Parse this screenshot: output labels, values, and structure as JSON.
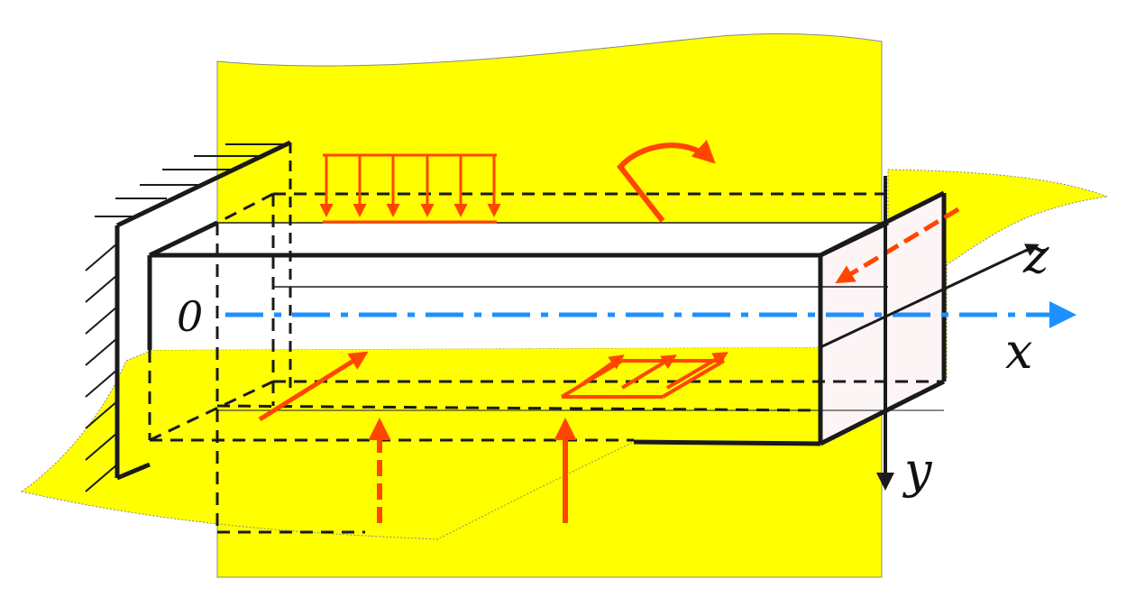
{
  "labels": {
    "origin": "0",
    "x_axis": "x",
    "y_axis": "y",
    "z_axis": "z"
  },
  "colors": {
    "plane_fill": "#ffff00",
    "load_arrows": "#ff4500",
    "x_axis": "#1e90ff",
    "outline": "#1a1a1a"
  },
  "icons": {
    "fixed_support": "hatched-wall-icon",
    "distributed_load": "distributed-load-icon",
    "bending_moment": "moment-arrow-icon"
  }
}
